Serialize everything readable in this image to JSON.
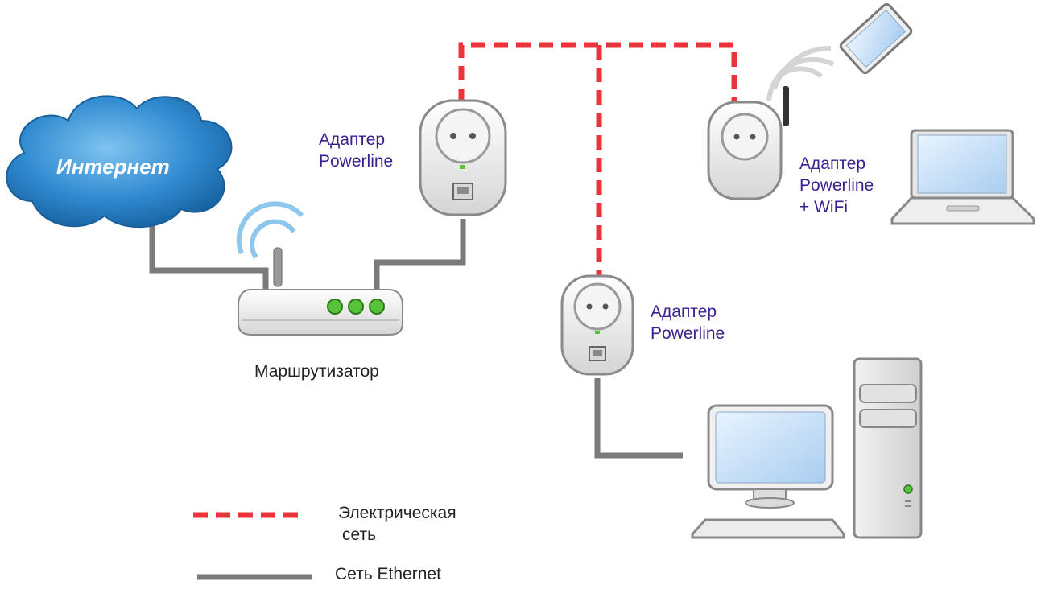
{
  "labels": {
    "internet": "Интернет",
    "router": "Маршрутизатор",
    "adapter_top": [
      "Адаптер",
      "Powerline"
    ],
    "adapter_wifi": [
      "Адаптер",
      "Powerline",
      "+ WiFi"
    ],
    "adapter_mid": [
      "Адаптер",
      "Powerline"
    ]
  },
  "legend": {
    "electric": [
      "Электрическая",
      "сеть"
    ],
    "ethernet": "Сеть Ethernet"
  },
  "colors": {
    "electric_line": "#e8343a",
    "ethernet_line": "#7a7a7a",
    "label_text": "#3a1f8f",
    "cloud": "#2a7fc4",
    "led": "#58c23a"
  },
  "icons": [
    "cloud-icon",
    "router-icon",
    "powerline-adapter-icon",
    "wifi-adapter-icon",
    "tablet-icon",
    "laptop-icon",
    "desktop-pc-icon"
  ]
}
